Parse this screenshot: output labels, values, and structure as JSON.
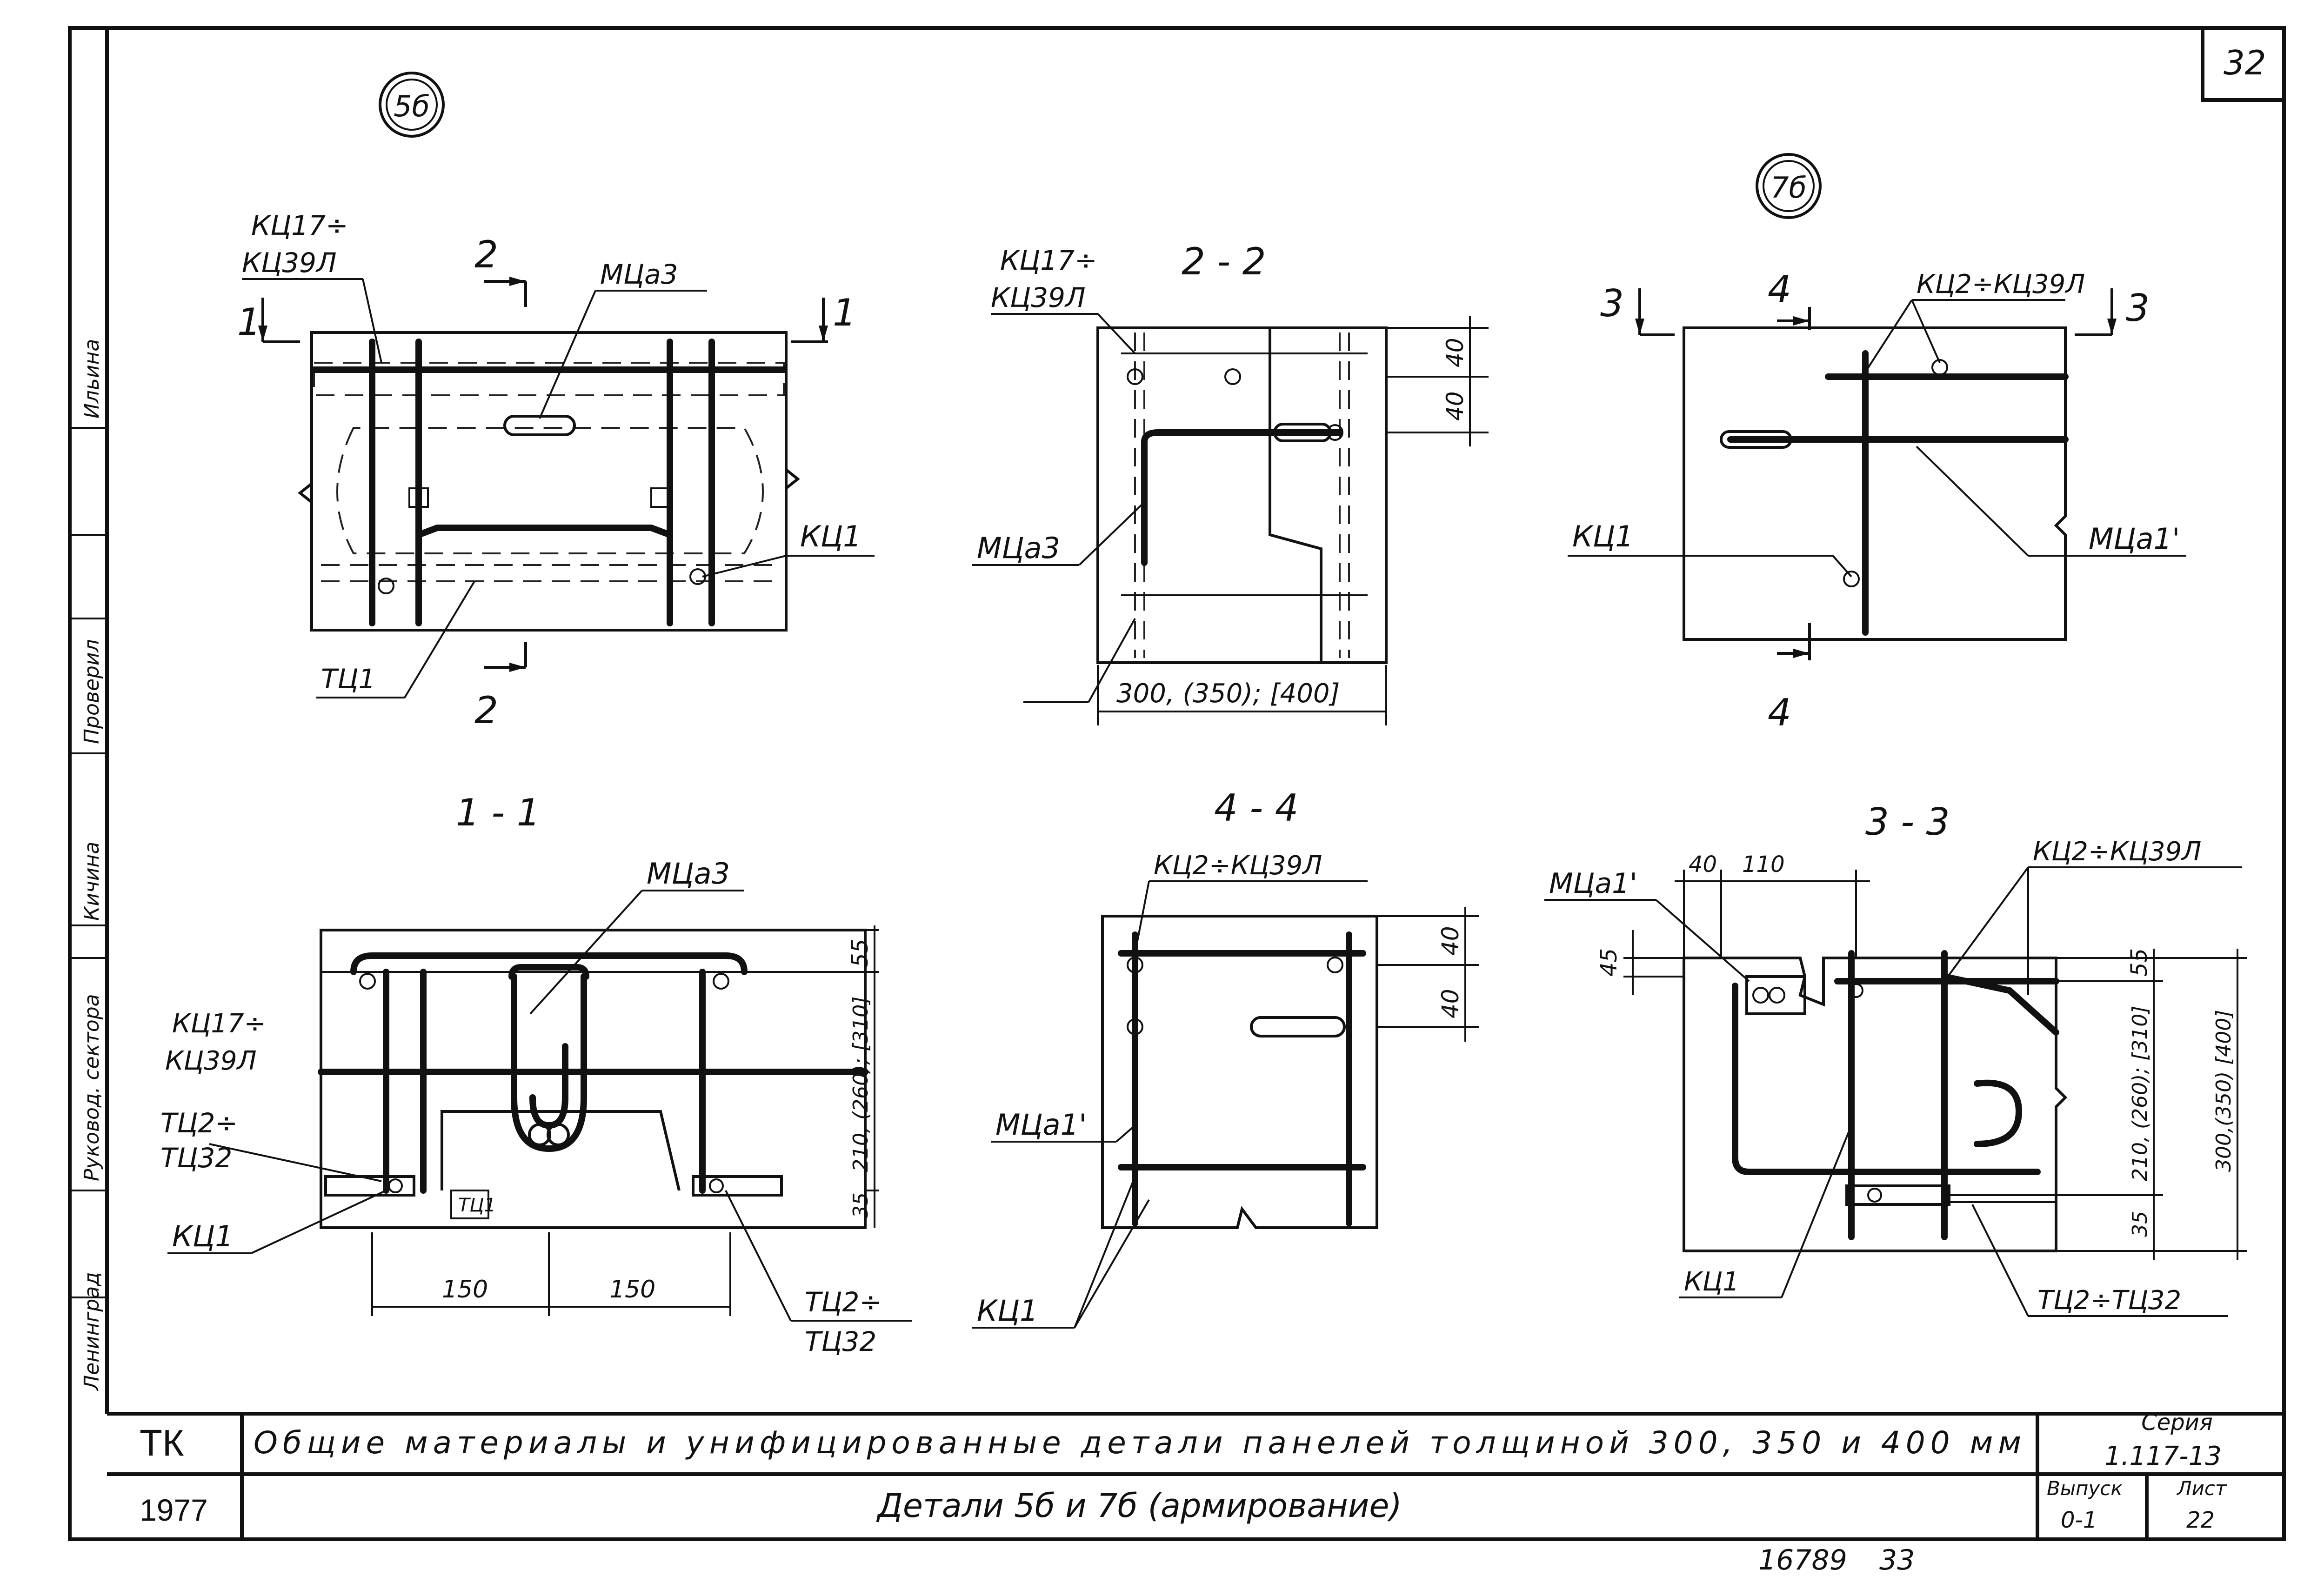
{
  "sheet": {
    "number": "32",
    "archive_number": "16789",
    "archive_suffix": "33"
  },
  "side_stamp": {
    "city": "Ленинград",
    "role_head": "Руковод. сектора",
    "role_checked": "Проверил",
    "name_checked": "Кичина",
    "name_executor": "Ильина"
  },
  "markers": {
    "detail_5b": "5б",
    "detail_7b": "7б"
  },
  "sections": {
    "s1": "1 - 1",
    "s2": "2 - 2",
    "s3": "3 - 3",
    "s4": "4 - 4"
  },
  "cut_marks": {
    "one": "1",
    "two": "2",
    "three": "3",
    "four": "4"
  },
  "labels": {
    "kc17": "КЦ17÷",
    "kc39l": "КЦ39Л",
    "kc1": "КЦ1",
    "mca3": "МЦа3",
    "mca1p": "МЦа1'",
    "tc1": "ТЦ1",
    "tc2": "ТЦ2÷",
    "tc32": "ТЦ32",
    "kc2_kc39l": "КЦ2÷КЦ39Л",
    "tc2_tc32": "ТЦ2÷ТЦ32"
  },
  "dims": {
    "d40": "40",
    "d45": "45",
    "d55": "55",
    "d35": "35",
    "d110": "110",
    "d150": "150",
    "width_2_2": "300, (350); [400]",
    "height_1_1": "210, (260); [310]",
    "height_3_3a": "210, (260); [310]",
    "height_3_3b": "300,(350) [400]"
  },
  "title_block": {
    "org": "ТК",
    "year": "1977",
    "title": "Общие материалы и унифицированные детали панелей толщиной 300, 350 и 400 мм",
    "subtitle": "Детали 5б и 7б (армирование)",
    "series_label": "Серия",
    "series_value": "1.117-13",
    "issue_label": "Выпуск",
    "issue_value": "0-1",
    "sheet_label": "Лист",
    "sheet_value": "22"
  }
}
